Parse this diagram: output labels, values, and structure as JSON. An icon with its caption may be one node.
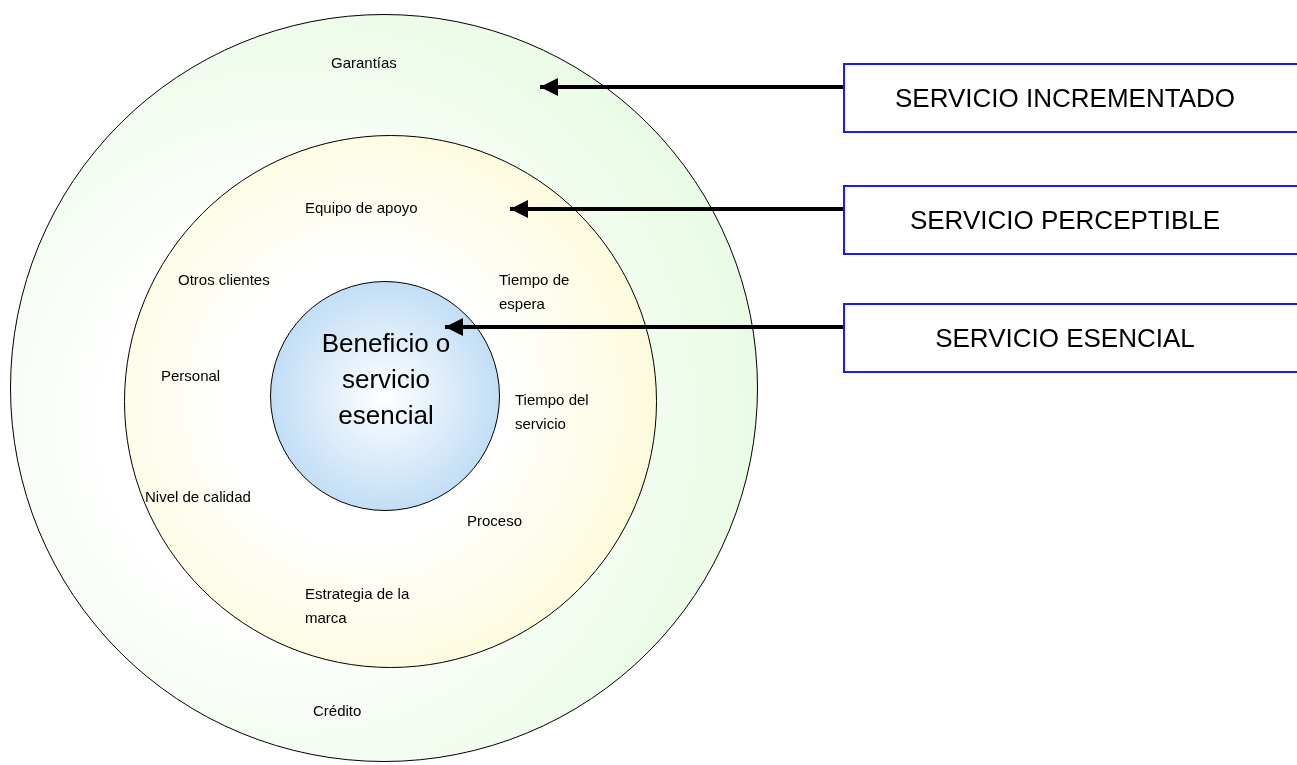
{
  "diagram": {
    "nodes": [
      {
        "text": [
          "Garantías",
          "Crédito"
        ]
      },
      {
        "text": [
          "Equipo de apoyo",
          "Otros clientes",
          "Tiempo de espera",
          "Personal",
          "Tiempo del servicio",
          "Nivel de calidad",
          "Proceso",
          "Estrategia de la marca"
        ],
        "in": 0
      },
      {
        "text": [
          "Beneficio o servicio esencial"
        ],
        "in": 1
      },
      {
        "text": [
          "SERVICIO INCREMENTADO"
        ]
      },
      {
        "text": [
          "SERVICIO PERCEPTIBLE"
        ]
      },
      {
        "text": [
          "SERVICIO ESENCIAL"
        ]
      }
    ],
    "edges": [
      {
        "from": 3,
        "to": 0,
        "arrow": "to"
      },
      {
        "from": 4,
        "to": 1,
        "arrow": "to"
      },
      {
        "from": 5,
        "to": 2,
        "arrow": "to"
      }
    ]
  }
}
